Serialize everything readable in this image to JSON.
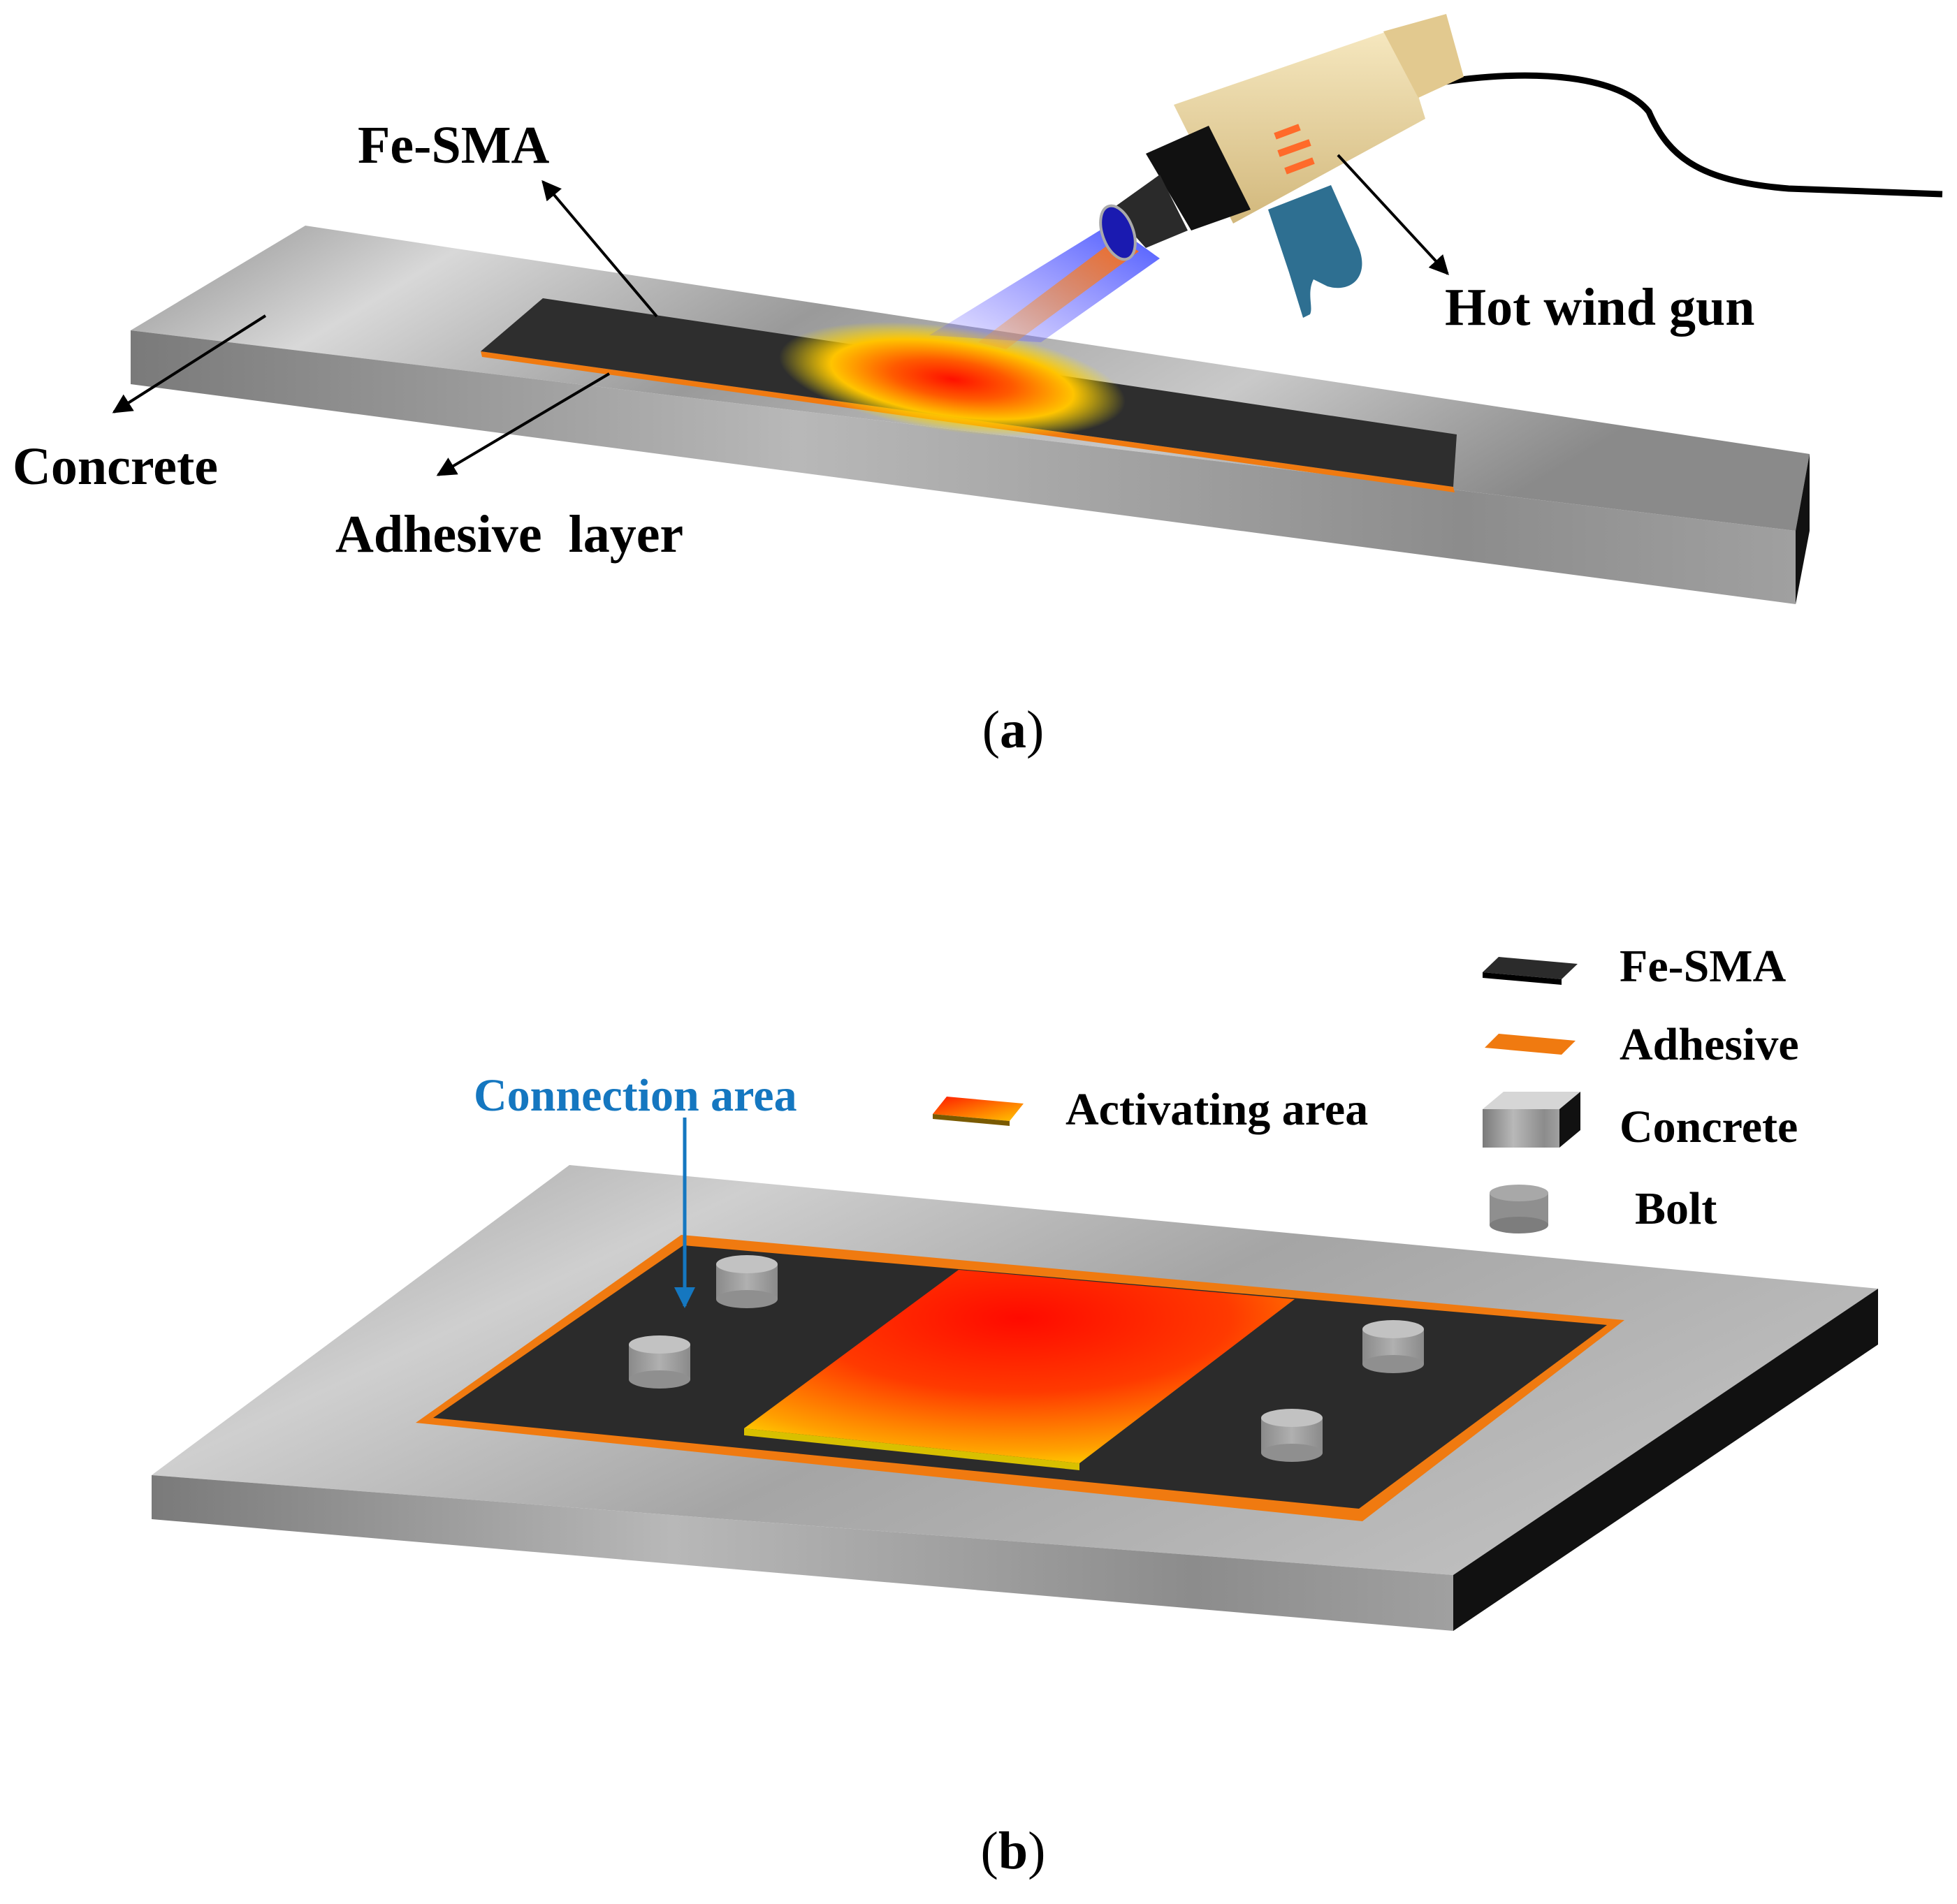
{
  "panel_a": {
    "labels": {
      "fe_sma": "Fe-SMA",
      "hot_wind_gun": "Hot wind gun",
      "concrete": "Concrete",
      "adhesive_layer": "Adhesive  layer"
    },
    "caption_open": "(",
    "caption_letter": "a",
    "caption_close": ")"
  },
  "panel_b": {
    "labels": {
      "connection_area": "Connection area",
      "activating_area": "Activating area"
    },
    "legend": {
      "fe_sma": "Fe-SMA",
      "adhesive": "Adhesive",
      "concrete": "Concrete",
      "bolt": "Bolt"
    },
    "caption_open": "(",
    "caption_letter": "b",
    "caption_close": ")"
  },
  "colors": {
    "concrete": "#a6a6a6",
    "fe_sma": "#2b2b2b",
    "adhesive": "#f07a10",
    "heat_core": "#ff1a00",
    "heat_edge": "#ffe800",
    "connection_label": "#1577c0",
    "gun_body": "#ead6a2",
    "gun_grip": "#2e6f91"
  },
  "icons": [
    "hot-wind-gun-icon",
    "bolt-icon",
    "arrow-icon"
  ]
}
